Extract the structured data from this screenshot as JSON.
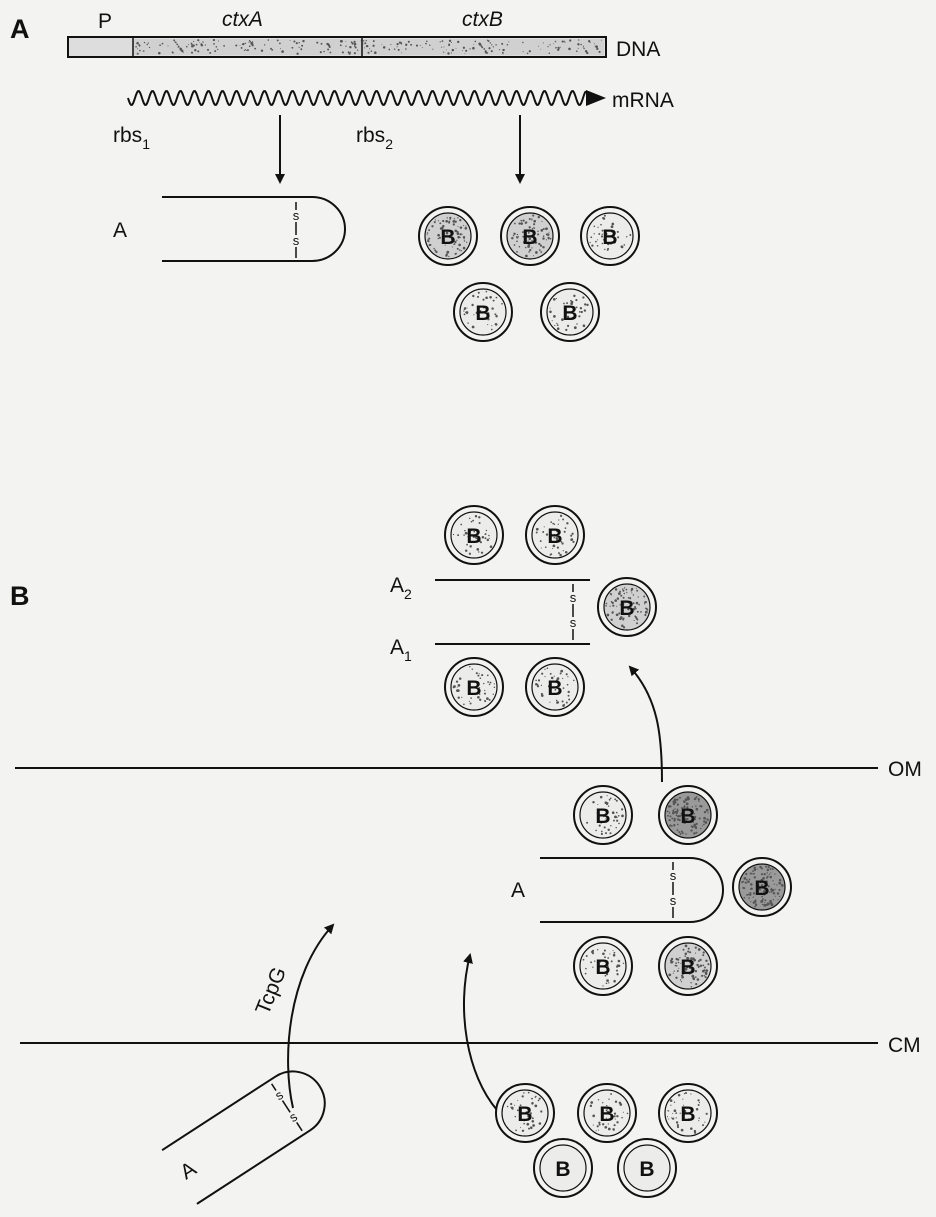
{
  "panels": {
    "a": "A",
    "b": "B"
  },
  "top": {
    "promoter": "P",
    "gene_a": "ctxA",
    "gene_b": "ctxB",
    "dna": "DNA",
    "mrna": "mRNA",
    "rbs1": {
      "base": "rbs",
      "sub": "1"
    },
    "rbs2": {
      "base": "rbs",
      "sub": "2"
    },
    "subunit_a": "A",
    "b_label": "B",
    "disulfide": "s"
  },
  "bottom": {
    "a2": {
      "base": "A",
      "sub": "2"
    },
    "a1": {
      "base": "A",
      "sub": "1"
    },
    "om": "OM",
    "cm": "CM",
    "tcpg": "TcpG",
    "subunit_a_periplasm": "A",
    "subunit_a_cytoplasm": "A",
    "b_label": "B",
    "disulfide": "s"
  },
  "colors": {
    "ink": "#111111",
    "background": "#f3f3f1",
    "speckle": "#555555"
  }
}
